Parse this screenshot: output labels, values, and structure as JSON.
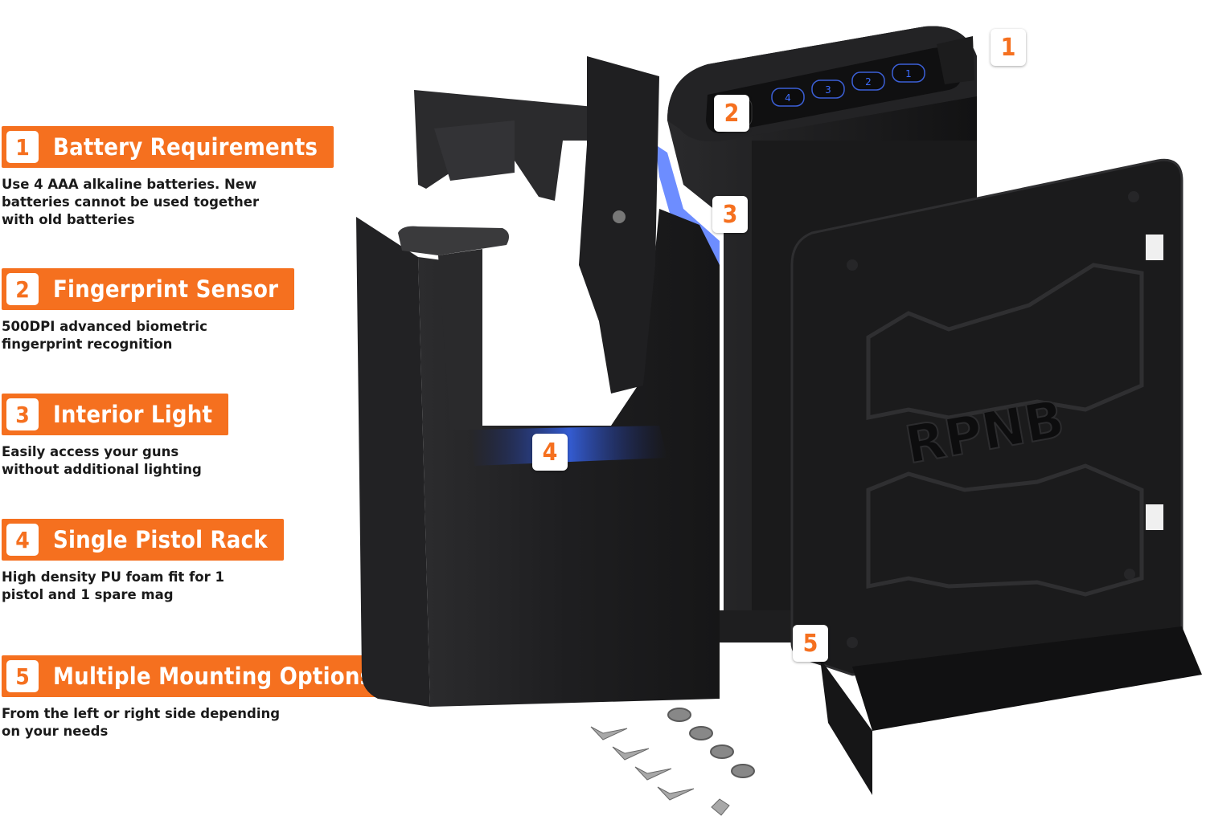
{
  "features": [
    {
      "number": "1",
      "title": "Battery Requirements",
      "description": "Use 4 AAA alkaline batteries. New\nbatteries cannot be used together\nwith old batteries"
    },
    {
      "number": "2",
      "title": "Fingerprint Sensor",
      "description": "500DPI advanced biometric\nfingerprint recognition"
    },
    {
      "number": "3",
      "title": "Interior Light",
      "description": "Easily access your guns\nwithout additional lighting"
    },
    {
      "number": "4",
      "title": "Single Pistol Rack",
      "description": "High density PU foam fit for 1\npistol and 1 spare mag"
    },
    {
      "number": "5",
      "title": "Multiple Mounting Options",
      "description": "From the left or right side depending\non your needs"
    }
  ],
  "callouts": [
    "1",
    "2",
    "3",
    "4",
    "5"
  ],
  "product": {
    "brand_logo": "RPNB",
    "keypad_keys": [
      "4",
      "3",
      "2",
      "1"
    ]
  },
  "colors": {
    "accent": "#f5701f",
    "safe_body": "#1c1c1e",
    "interior_light": "#3a6cff"
  }
}
